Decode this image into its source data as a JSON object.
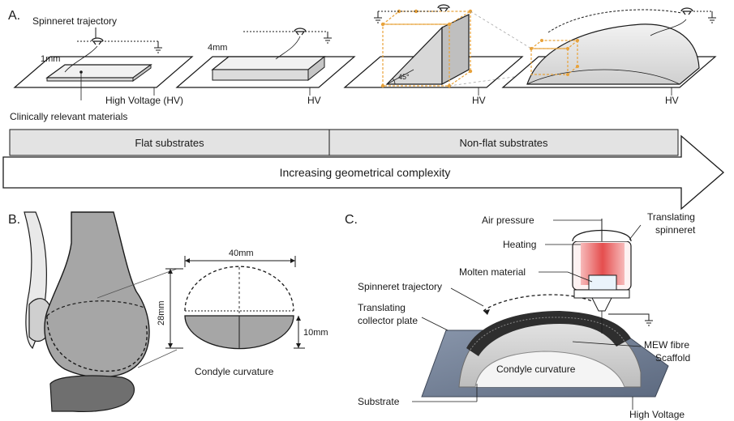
{
  "panel_a": {
    "letter": "A.",
    "spinneret_trajectory": "Spinneret trajectory",
    "thickness_1mm": "1mm",
    "thickness_4mm": "4mm",
    "high_voltage": "High Voltage (HV)",
    "clinical": "Clinically relevant materials",
    "hv": "HV",
    "angle": "45°",
    "flat": "Flat substrates",
    "non_flat": "Non-flat substrates",
    "arrow": "Increasing geometrical complexity"
  },
  "panel_b": {
    "letter": "B.",
    "width": "40mm",
    "height": "28mm",
    "depth": "10mm",
    "caption": "Condyle curvature"
  },
  "panel_c": {
    "letter": "C.",
    "air_pressure": "Air pressure",
    "translating_spinneret_1": "Translating",
    "translating_spinneret_2": "spinneret",
    "heating": "Heating",
    "molten": "Molten material",
    "trajectory": "Spinneret trajectory",
    "collector_1": "Translating",
    "collector_2": "collector plate",
    "mew_1": "MEW fibre",
    "mew_2": "Scaffold",
    "condyle": "Condyle curvature",
    "substrate": "Substrate",
    "high_voltage": "High Voltage"
  },
  "colors": {
    "line": "#1a1a1a",
    "band_fill": "#e3e3e3",
    "bone": "#a6a6a6",
    "bone_dark": "#6f6f6f",
    "plate": "#7c8aa0",
    "heater": "#e23c3c",
    "orange": "#e8a23a"
  }
}
